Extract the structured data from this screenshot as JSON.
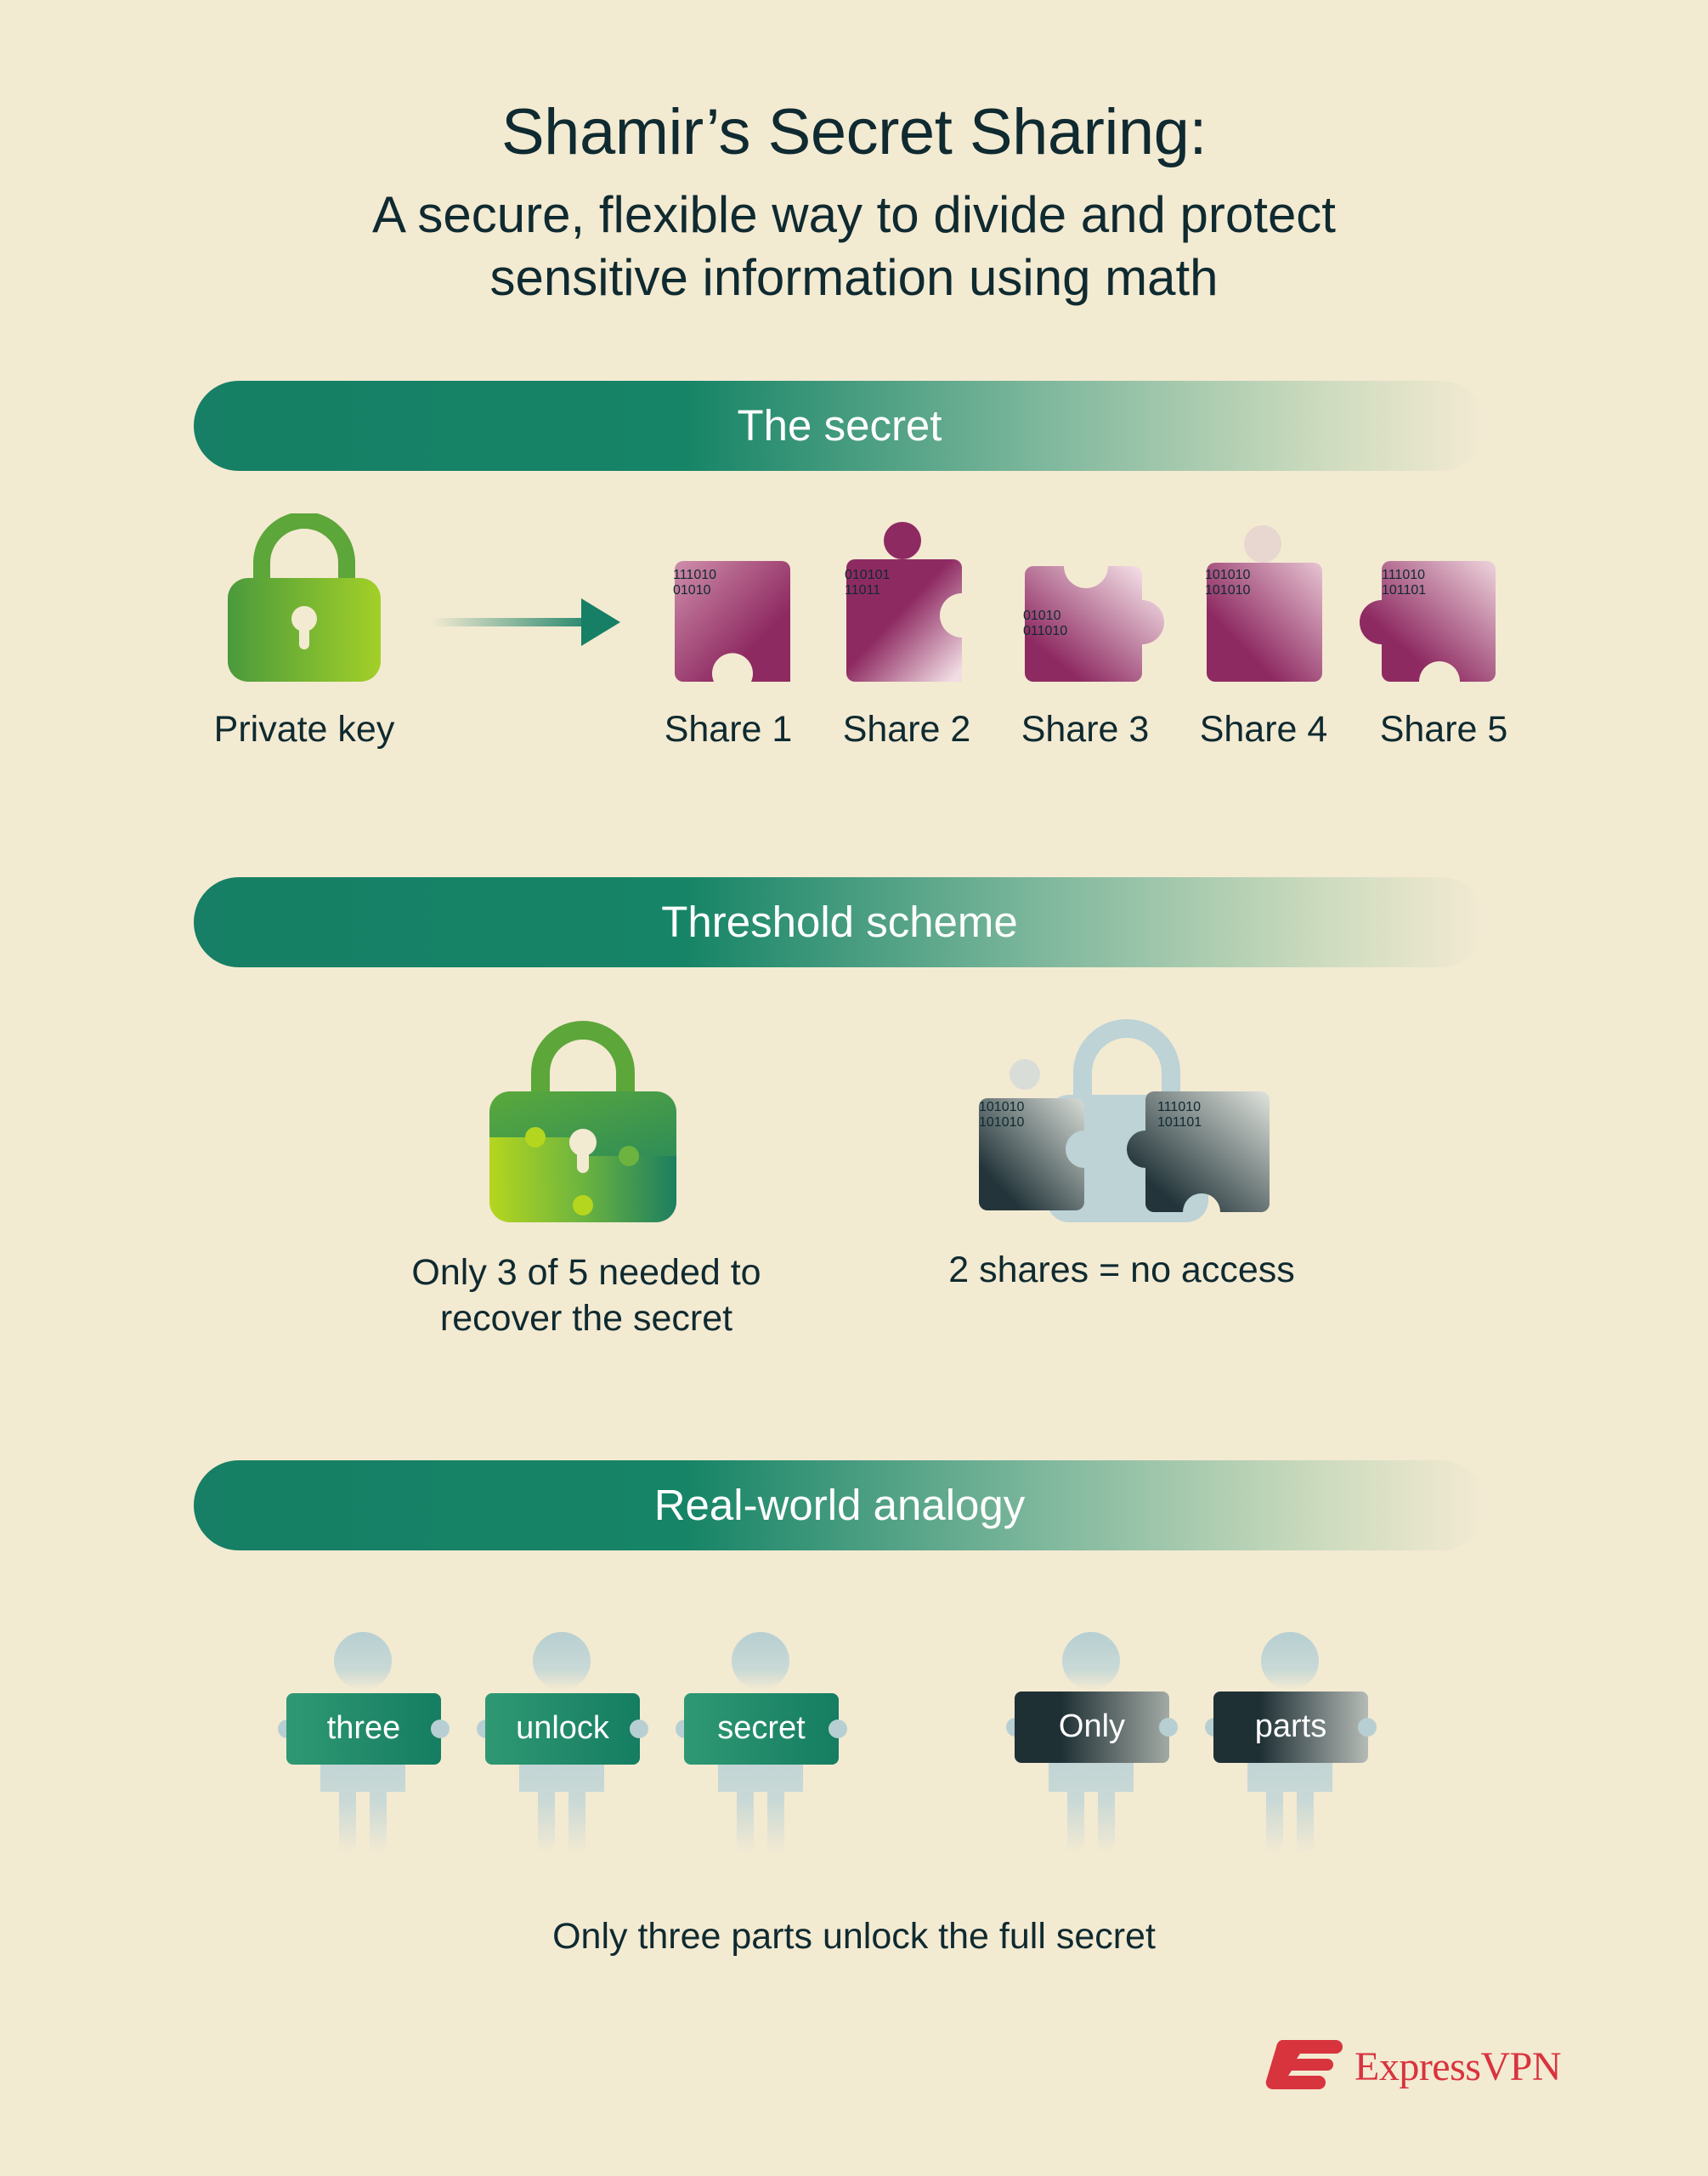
{
  "header": {
    "title": "Shamir’s Secret Sharing:",
    "subtitle_line1": "A secure, flexible way to divide and protect",
    "subtitle_line2": "sensitive information using math"
  },
  "section_secret": {
    "heading": "The secret",
    "private_key_label": "Private key",
    "shares": [
      {
        "label": "Share 1",
        "code_line1": "111010",
        "code_line2": "01010"
      },
      {
        "label": "Share 2",
        "code_line1": "010101",
        "code_line2": "11011"
      },
      {
        "label": "Share 3",
        "code_line1": "01010",
        "code_line2": "011010"
      },
      {
        "label": "Share 4",
        "code_line1": "101010",
        "code_line2": "101010"
      },
      {
        "label": "Share 5",
        "code_line1": "111010",
        "code_line2": "101101"
      }
    ]
  },
  "section_threshold": {
    "heading": "Threshold scheme",
    "success_line1": "Only 3 of 5 needed to",
    "success_line2": "recover the secret",
    "fail_label": "2 shares = no access",
    "fail_piece_left": {
      "code_line1": "101010",
      "code_line2": "101010"
    },
    "fail_piece_right": {
      "code_line1": "111010",
      "code_line2": "101101"
    }
  },
  "section_analogy": {
    "heading": "Real-world analogy",
    "people_success": [
      "three",
      "unlock",
      "secret"
    ],
    "people_fail": [
      "Only",
      "parts"
    ],
    "caption": "Only three parts unlock the full secret"
  },
  "brand": {
    "name": "ExpressVPN",
    "color": "#d8343e"
  },
  "colors": {
    "background": "#f3ead2",
    "bar_green": "#167f65",
    "lock_green": "#6cb43f",
    "share_purple": "#8e2a62",
    "fail_gray": "#2a3a3e",
    "person_gray": "#b7cfd2"
  }
}
